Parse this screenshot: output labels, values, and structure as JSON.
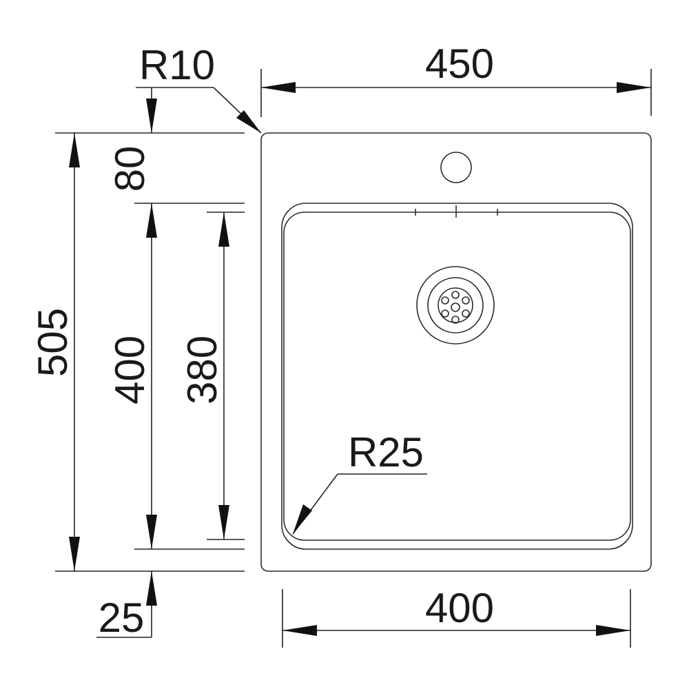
{
  "dimensions": {
    "overall_width": "450",
    "overall_length": "505",
    "bowl_length": "400",
    "bowl_inner_length": "380",
    "bowl_width": "400",
    "top_margin": "80",
    "bottom_margin": "25",
    "corner_radius_outer": "R10",
    "corner_radius_bowl": "R25"
  },
  "colors": {
    "line": "#2b2b2b",
    "background": "#ffffff"
  }
}
